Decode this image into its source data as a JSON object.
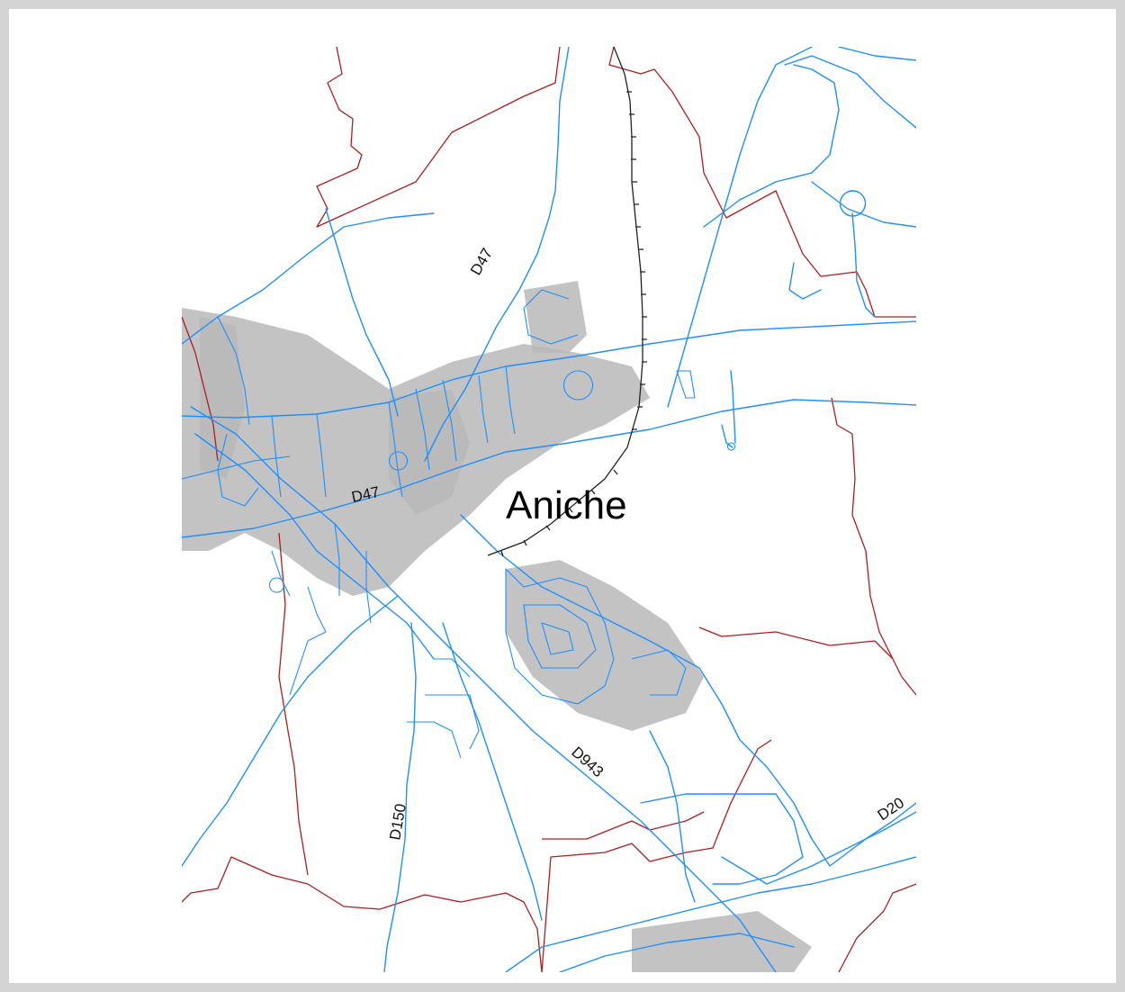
{
  "map": {
    "place_label": "Aniche",
    "road_labels": {
      "d47_north": "D47",
      "d47_center": "D47",
      "d943": "D943",
      "d150": "D150",
      "d20": "D20"
    },
    "colors": {
      "roads": "#1e8fff",
      "boundaries": "#b01d1d",
      "railway": "#222222",
      "built_up": "#b9b9b9",
      "background": "#ffffff",
      "frame": "#d4d4d4"
    }
  }
}
